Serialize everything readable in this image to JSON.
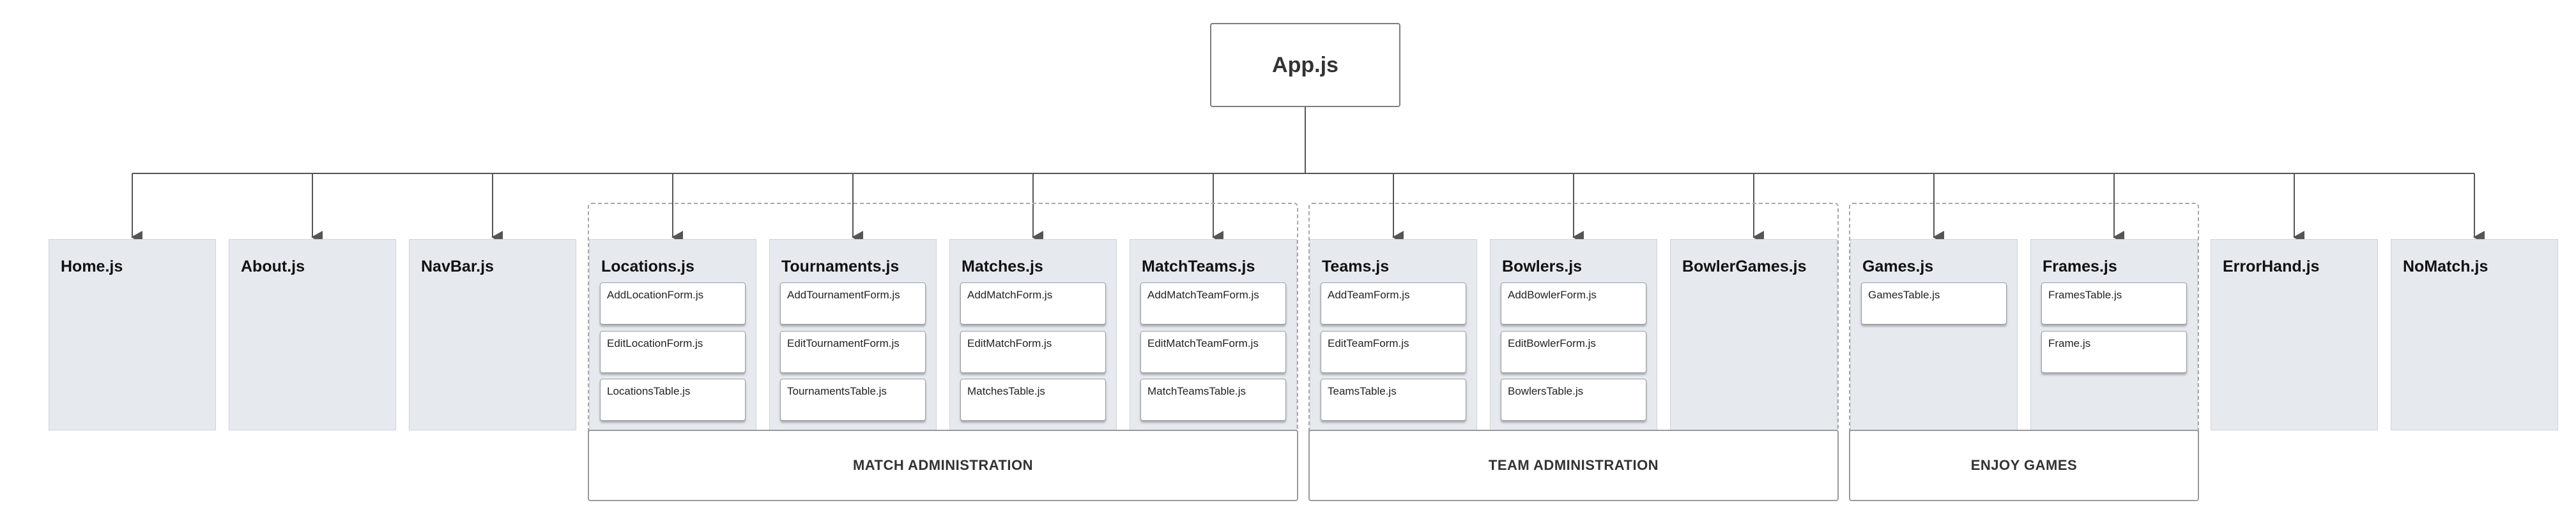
{
  "root": {
    "label": "App.js"
  },
  "components": [
    {
      "name": "Home.js",
      "children": []
    },
    {
      "name": "About.js",
      "children": []
    },
    {
      "name": "NavBar.js",
      "children": []
    },
    {
      "name": "Locations.js",
      "children": [
        "AddLocationForm.js",
        "EditLocationForm.js",
        "LocationsTable.js"
      ]
    },
    {
      "name": "Tournaments.js",
      "children": [
        "AddTournamentForm.js",
        "EditTournamentForm.js",
        "TournamentsTable.js"
      ]
    },
    {
      "name": "Matches.js",
      "children": [
        "AddMatchForm.js",
        "EditMatchForm.js",
        "MatchesTable.js"
      ]
    },
    {
      "name": "MatchTeams.js",
      "children": [
        "AddMatchTeamForm.js",
        "EditMatchTeamForm.js",
        "MatchTeamsTable.js"
      ]
    },
    {
      "name": "Teams.js",
      "children": [
        "AddTeamForm.js",
        "EditTeamForm.js",
        "TeamsTable.js"
      ]
    },
    {
      "name": "Bowlers.js",
      "children": [
        "AddBowlerForm.js",
        "EditBowlerForm.js",
        "BowlersTable.js"
      ]
    },
    {
      "name": "BowlerGames.js",
      "children": []
    },
    {
      "name": "Games.js",
      "children": [
        "GamesTable.js"
      ]
    },
    {
      "name": "Frames.js",
      "children": [
        "FramesTable.js",
        "Frame.js"
      ]
    },
    {
      "name": "ErrorHand.js",
      "children": []
    },
    {
      "name": "NoMatch.js",
      "children": []
    }
  ],
  "groups": [
    {
      "label": "MATCH ADMINISTRATION",
      "from": 3,
      "to": 6
    },
    {
      "label": "TEAM ADMINISTRATION",
      "from": 7,
      "to": 9
    },
    {
      "label": "ENJOY GAMES",
      "from": 10,
      "to": 11
    }
  ],
  "colors": {
    "column_fill": "#e6e9ee",
    "connector": "#555555",
    "frame_dash": "#a8a8a8"
  }
}
